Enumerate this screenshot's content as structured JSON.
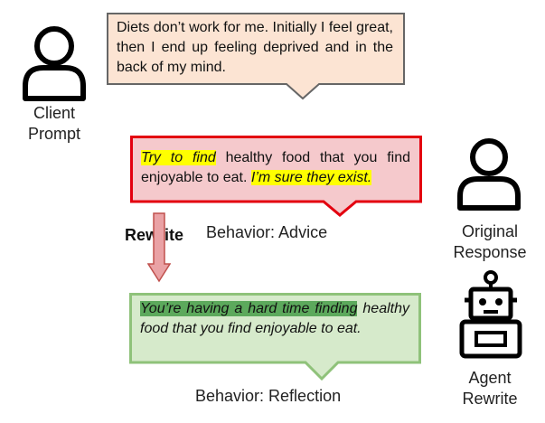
{
  "client": {
    "label_line1": "Client",
    "label_line2": "Prompt",
    "icon": "person-icon",
    "bubble_text": "Diets don’t work for me. Initially I feel great, then I end up feeling deprived and in the back of my mind."
  },
  "original": {
    "label_line1": "Original",
    "label_line2": "Response",
    "icon": "person-icon",
    "highlight1": "Try to find",
    "text_mid": " healthy food that you find enjoyable to eat. ",
    "highlight2": "I’m sure they exist.",
    "behavior": "Behavior: Advice"
  },
  "rewrite_arrow": {
    "label": "Rewrite"
  },
  "agent": {
    "label_line1": "Agent",
    "label_line2": "Rewrite",
    "icon": "robot-icon",
    "highlight": "You’re having a hard time finding",
    "text_rest": " healthy food that you find enjoyable to eat.",
    "behavior": "Behavior: Reflection"
  },
  "colors": {
    "client_fill": "#fce4d3",
    "client_stroke": "#666666",
    "advice_fill": "#f5c9cc",
    "advice_stroke": "#e3000f",
    "reflection_fill": "#d6eacb",
    "reflection_stroke": "#8fc27a",
    "arrow_fill": "#eaa2a5",
    "arrow_stroke": "#c0504d",
    "highlight_yellow": "#ffff00",
    "highlight_green": "#5ca95c"
  }
}
